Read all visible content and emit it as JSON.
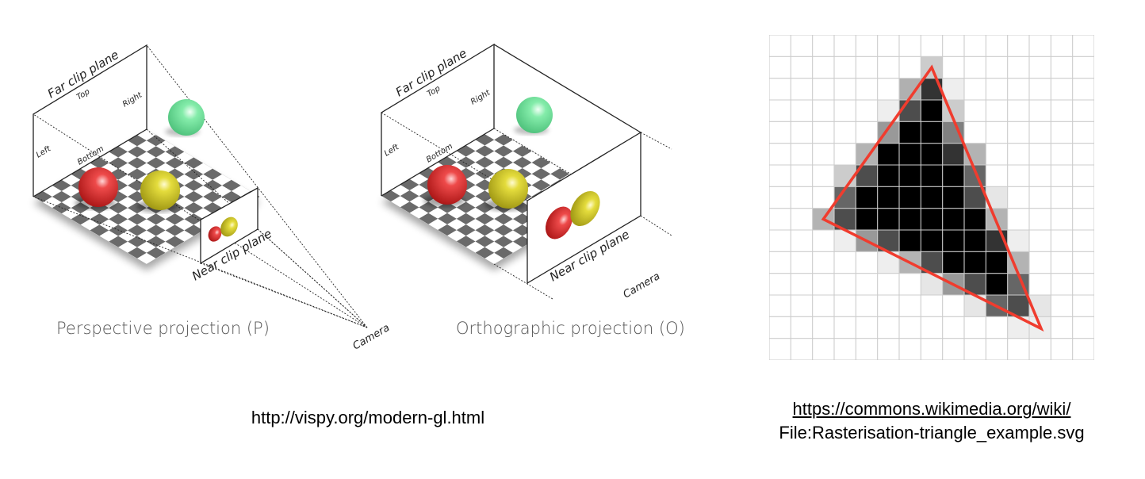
{
  "perspective": {
    "caption": "Perspective projection (P)",
    "labels": {
      "far": "Far clip plane",
      "top": "Top",
      "right": "Right",
      "left": "Left",
      "bottom": "Bottom",
      "near": "Near clip plane",
      "camera": "Camera"
    }
  },
  "orthographic": {
    "caption": "Orthographic projection (O)",
    "labels": {
      "far": "Far clip plane",
      "top": "Top",
      "right": "Right",
      "left": "Left",
      "bottom": "Bottom",
      "near": "Near clip plane",
      "camera": "Camera"
    }
  },
  "colors": {
    "triangle": "#f03c2e",
    "grid_line": "#cccccc",
    "checker_dark": "#6b6b6b",
    "sphere_red": "#d62a2a",
    "sphere_yellow": "#d8d02a",
    "sphere_green": "#6ee39a"
  },
  "raster": {
    "grid_size": 15,
    "triangle_vertices": [
      [
        7.5,
        1.5
      ],
      [
        2.5,
        8.5
      ],
      [
        12.55,
        13.55
      ]
    ],
    "cells": [
      [
        1,
        7,
        "#cccccc"
      ],
      [
        2,
        6,
        "#b0b0b0"
      ],
      [
        2,
        7,
        "#333333"
      ],
      [
        2,
        8,
        "#eeeeee"
      ],
      [
        3,
        5,
        "#eeeeee"
      ],
      [
        3,
        6,
        "#4d4d4d"
      ],
      [
        3,
        7,
        "#000000"
      ],
      [
        3,
        8,
        "#cccccc"
      ],
      [
        4,
        5,
        "#999999"
      ],
      [
        4,
        6,
        "#000000"
      ],
      [
        4,
        7,
        "#000000"
      ],
      [
        4,
        8,
        "#808080"
      ],
      [
        5,
        4,
        "#b3b3b3"
      ],
      [
        5,
        5,
        "#000000"
      ],
      [
        5,
        6,
        "#000000"
      ],
      [
        5,
        7,
        "#000000"
      ],
      [
        5,
        8,
        "#333333"
      ],
      [
        5,
        9,
        "#b3b3b3"
      ],
      [
        6,
        3,
        "#cccccc"
      ],
      [
        6,
        4,
        "#4d4d4d"
      ],
      [
        6,
        5,
        "#000000"
      ],
      [
        6,
        6,
        "#000000"
      ],
      [
        6,
        7,
        "#000000"
      ],
      [
        6,
        8,
        "#000000"
      ],
      [
        6,
        9,
        "#666666"
      ],
      [
        7,
        3,
        "#666666"
      ],
      [
        7,
        4,
        "#000000"
      ],
      [
        7,
        5,
        "#000000"
      ],
      [
        7,
        6,
        "#000000"
      ],
      [
        7,
        7,
        "#000000"
      ],
      [
        7,
        8,
        "#000000"
      ],
      [
        7,
        9,
        "#4d4d4d"
      ],
      [
        7,
        10,
        "#e6e6e6"
      ],
      [
        8,
        2,
        "#b3b3b3"
      ],
      [
        8,
        3,
        "#4d4d4d"
      ],
      [
        8,
        4,
        "#000000"
      ],
      [
        8,
        5,
        "#000000"
      ],
      [
        8,
        6,
        "#000000"
      ],
      [
        8,
        7,
        "#000000"
      ],
      [
        8,
        8,
        "#000000"
      ],
      [
        8,
        9,
        "#000000"
      ],
      [
        8,
        10,
        "#b3b3b3"
      ],
      [
        9,
        3,
        "#eeeeee"
      ],
      [
        9,
        4,
        "#999999"
      ],
      [
        9,
        5,
        "#4d4d4d"
      ],
      [
        9,
        6,
        "#000000"
      ],
      [
        9,
        7,
        "#000000"
      ],
      [
        9,
        8,
        "#000000"
      ],
      [
        9,
        9,
        "#000000"
      ],
      [
        9,
        10,
        "#333333"
      ],
      [
        9,
        11,
        "#eeeeee"
      ],
      [
        10,
        5,
        "#eeeeee"
      ],
      [
        10,
        6,
        "#b3b3b3"
      ],
      [
        10,
        7,
        "#4d4d4d"
      ],
      [
        10,
        8,
        "#000000"
      ],
      [
        10,
        9,
        "#000000"
      ],
      [
        10,
        10,
        "#000000"
      ],
      [
        10,
        11,
        "#b3b3b3"
      ],
      [
        11,
        7,
        "#e6e6e6"
      ],
      [
        11,
        8,
        "#999999"
      ],
      [
        11,
        9,
        "#4d4d4d"
      ],
      [
        11,
        10,
        "#000000"
      ],
      [
        11,
        11,
        "#666666"
      ],
      [
        12,
        9,
        "#e6e6e6"
      ],
      [
        12,
        10,
        "#666666"
      ],
      [
        12,
        11,
        "#4d4d4d"
      ],
      [
        12,
        12,
        "#e6e6e6"
      ],
      [
        13,
        11,
        "#eeeeee"
      ],
      [
        13,
        12,
        "#eeeeee"
      ]
    ]
  },
  "sources": {
    "vispy": "http://vispy.org/modern-gl.html",
    "wikimedia_line1": "https://commons.wikimedia.org/wiki/",
    "wikimedia_line2": "File:Rasterisation-triangle_example.svg"
  }
}
